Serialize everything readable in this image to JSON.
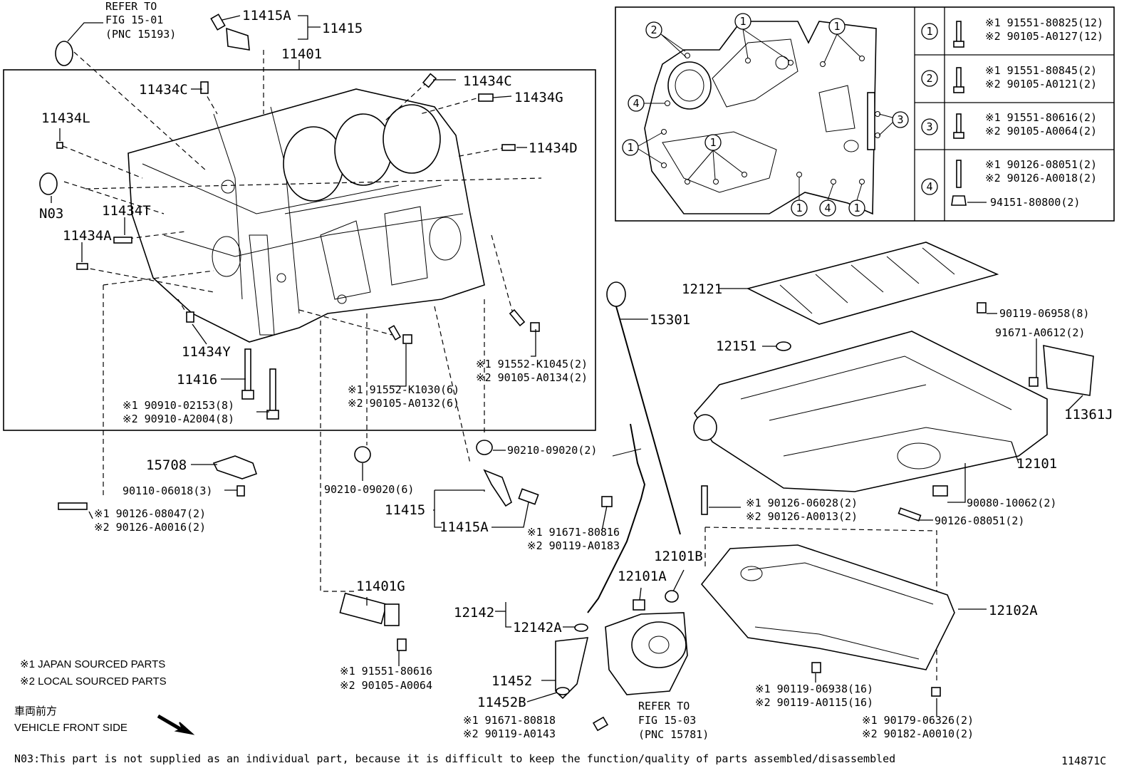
{
  "labels": {
    "refer_fig1501": [
      "REFER TO",
      "FIG 15-01",
      "(PNC 15193)"
    ],
    "refer_fig1503": [
      "REFER TO",
      "FIG 15-03",
      "(PNC 15781)"
    ],
    "p11415A_top": "11415A",
    "p11415_top": "11415",
    "p11401": "11401",
    "p11434C_left": "11434C",
    "p11434C_right": "11434C",
    "p11434G": "11434G",
    "p11434L": "11434L",
    "p11434D": "11434D",
    "pN03": "N03",
    "p11434T": "11434T",
    "p11434A": "11434A",
    "p11434Y": "11434Y",
    "p11416": "11416",
    "b_90910": [
      "※1 90910-02153(8)",
      "※2 90910-A2004(8)"
    ],
    "b_91552_k1030": [
      "※1 91552-K1030(6)",
      "※2 90105-A0132(6)"
    ],
    "b_91552_k1045": [
      "※1 91552-K1045(2)",
      "※2 90105-A0134(2)"
    ],
    "p15708": "15708",
    "b_90110": "90110-06018(3)",
    "b_90126_08047": [
      "※1 90126-08047(2)",
      "※2 90126-A0016(2)"
    ],
    "p90210_left": "90210-09020(6)",
    "p90210_right": "90210-09020(2)",
    "p11415_low": "11415",
    "p11415A_low": "11415A",
    "b_91671_80816": [
      "※1 91671-80816",
      "※2 90119-A0183"
    ],
    "p11401G": "11401G",
    "b_91551_80616": [
      "※1 91551-80616",
      "※2 90105-A0064"
    ],
    "p12142": "12142",
    "p12142A": "12142A",
    "p11452": "11452",
    "p11452B": "11452B",
    "b_91671_80818": [
      "※1 91671-80818",
      "※2 90119-A0143"
    ],
    "p12121": "12121",
    "b_90119_06958": "90119-06958(8)",
    "p15301": "15301",
    "p12151": "12151",
    "b_91671_A0612": "91671-A0612(2)",
    "p11361J": "11361J",
    "p12101": "12101",
    "b_90080": "90080-10062(2)",
    "b_90126_06028": [
      "※1 90126-06028(2)",
      "※2 90126-A0013(2)"
    ],
    "b_90126_08051": "90126-08051(2)",
    "p12101B": "12101B",
    "p12101A": "12101A",
    "p12102A": "12102A",
    "b_90119_06938": [
      "※1 90119-06938(16)",
      "※2 90119-A0115(16)"
    ],
    "b_90179": [
      "※1 90179-06326(2)",
      "※2 90182-A0010(2)"
    ]
  },
  "table": [
    {
      "key": "1",
      "lines": [
        "※1 91551-80825(12)",
        "※2 90105-A0127(12)"
      ]
    },
    {
      "key": "2",
      "lines": [
        "※1 91551-80845(2)",
        "※2 90105-A0121(2)"
      ]
    },
    {
      "key": "3",
      "lines": [
        "※1 91551-80616(2)",
        "※2 90105-A0064(2)"
      ]
    },
    {
      "key": "4",
      "lines": [
        "※1 90126-08051(2)",
        "※2 90126-A0018(2)"
      ],
      "extra": "94151-80800(2)"
    }
  ],
  "inset_callouts": [
    "1",
    "2",
    "3",
    "4"
  ],
  "legend": {
    "japan": "※1 JAPAN SOURCED PARTS",
    "local": "※2 LOCAL SOURCED PARTS",
    "front_jp": "車両前方",
    "front_en": "VEHICLE FRONT SIDE"
  },
  "footnote": "N03:This part is not supplied as an individual part, because it is difficult to keep the function/quality of parts assembled/disassembled",
  "figure_id": "114871C"
}
